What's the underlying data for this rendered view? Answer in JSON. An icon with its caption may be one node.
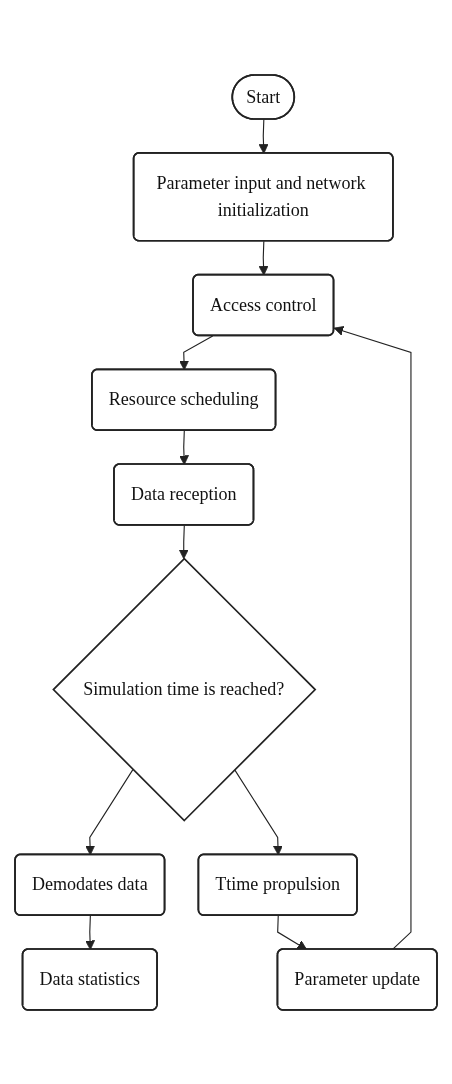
{
  "diagram": {
    "nodes": [
      {
        "text": [
          "Start"
        ]
      },
      {
        "text": [
          "Parameter input and network initialization"
        ]
      },
      {
        "text": [
          "Access control"
        ]
      },
      {
        "text": [
          "Resource scheduling"
        ]
      },
      {
        "text": [
          "Data reception"
        ]
      },
      {
        "text": [
          "Simulation time is reached?"
        ]
      },
      {
        "text": [
          "Demodates data"
        ]
      },
      {
        "text": [
          "Data statistics"
        ]
      },
      {
        "text": [
          "Ttime propulsion"
        ]
      },
      {
        "text": [
          "Parameter update"
        ]
      }
    ],
    "edges": [
      {
        "from": 0,
        "to": 1,
        "arrow": "to"
      },
      {
        "from": 1,
        "to": 2,
        "arrow": "to"
      },
      {
        "from": 2,
        "to": 3,
        "arrow": "to"
      },
      {
        "from": 3,
        "to": 4,
        "arrow": "to"
      },
      {
        "from": 4,
        "to": 5,
        "arrow": "to"
      },
      {
        "from": 5,
        "to": 6,
        "arrow": "to"
      },
      {
        "from": 6,
        "to": 7,
        "arrow": "to"
      },
      {
        "from": 5,
        "to": 8,
        "arrow": "to"
      },
      {
        "from": 8,
        "to": 9,
        "arrow": "to"
      },
      {
        "from": 9,
        "to": 2,
        "arrow": "to"
      }
    ]
  }
}
